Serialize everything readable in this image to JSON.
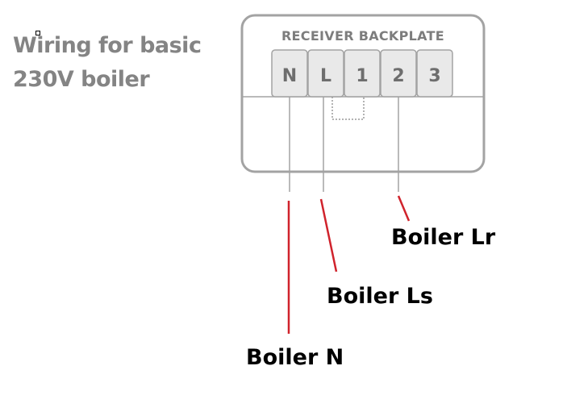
{
  "heading": {
    "line1": "Wiring for basic",
    "line2": "230V boiler"
  },
  "backplate": {
    "title": "RECEIVER BACKPLATE",
    "terminals": [
      "N",
      "L",
      "1",
      "2",
      "3"
    ]
  },
  "wires": {
    "n_label": "Boiler N",
    "ls_label": "Boiler Ls",
    "lr_label": "Boiler Lr"
  },
  "colors": {
    "frame": "#a3a3a3",
    "terminal_fill": "#e9e9e9",
    "wire_annotation": "#d0232c",
    "heading_text": "#848484"
  }
}
